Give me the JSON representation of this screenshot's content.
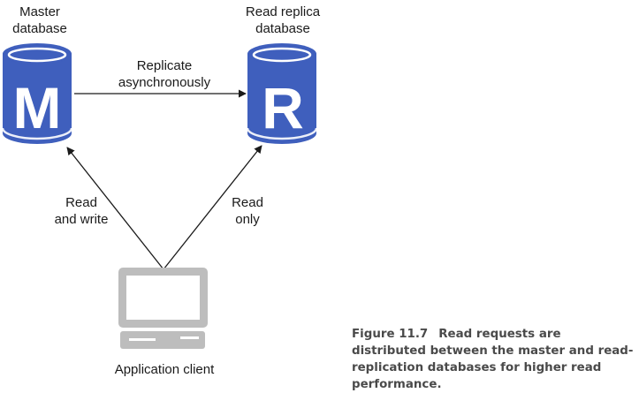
{
  "master": {
    "label_line1": "Master",
    "label_line2": "database",
    "letter": "M"
  },
  "replica": {
    "label_line1": "Read replica",
    "label_line2": "database",
    "letter": "R"
  },
  "replicate": {
    "line1": "Replicate",
    "line2": "asynchronously"
  },
  "read_write": {
    "line1": "Read",
    "line2": "and write"
  },
  "read_only": {
    "line1": "Read",
    "line2": "only"
  },
  "client": {
    "label": "Application client"
  },
  "caption": {
    "figure_number": "Figure 11.7",
    "text": "Read requests are distributed between the master and read-replication databases for higher read performance."
  },
  "colors": {
    "db_fill": "#3f5fbd",
    "db_ring": "#ffffff",
    "client_gray": "#bdbdbd",
    "caption_gray": "#4a4a4a"
  }
}
